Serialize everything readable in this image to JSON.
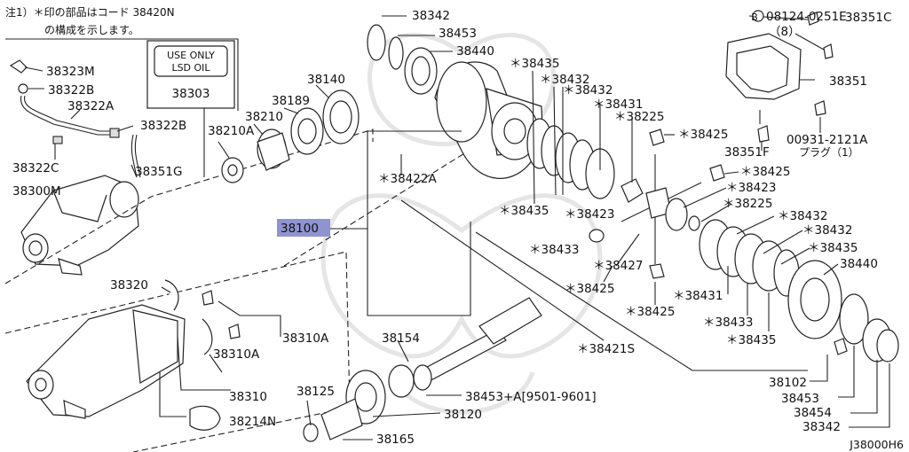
{
  "note": {
    "line1": "注1）＊印の部品はコード 38420N",
    "line2": "の構成を示します。"
  },
  "lsd_box": {
    "line1": "USE ONLY",
    "line2": "LSD OIL",
    "part": "38303"
  },
  "bolt_spec": {
    "circle": "B",
    "code": "08124-0251E",
    "qty": "（8）"
  },
  "plug": {
    "code": "00931-2121A",
    "name": "プラグ（1）"
  },
  "parts": {
    "p38342_top": "38342",
    "p38453_top": "38453",
    "p38440_top": "38440",
    "p38140": "38140",
    "p38189": "38189",
    "p38210": "38210",
    "p38210a": "38210A",
    "p38323m": "38323M",
    "p38322b_1": "38322B",
    "p38322a": "38322A",
    "p38322b_2": "38322B",
    "p38322c": "38322C",
    "p38351g": "38351G",
    "p38300m": "38300M",
    "p38100": "38100",
    "p38422a": "＊38422A",
    "p38435_1": "＊38435",
    "p38432_1": "＊38432",
    "p38432_2": "＊38432",
    "p38431_1": "＊38431",
    "p38225_1": "＊38225",
    "p38425_1": "＊38425",
    "p38425_2": "＊38425",
    "p38423_1": "＊38423",
    "p38435_2": "＊38435",
    "p38423_2": "＊38423",
    "p38225_2": "＊38225",
    "p38432_3": "＊38432",
    "p38432_4": "＊38432",
    "p38433_1": "＊38433",
    "p38427": "＊38427",
    "p38435_3": "＊38435",
    "p38425_3": "＊38425",
    "p38440_right": "38440",
    "p38431_2": "＊38431",
    "p38425_4": "＊38425",
    "p38433_2": "＊38433",
    "p38435_4": "＊38435",
    "p38421s": "＊38421S",
    "p38351c": "38351C",
    "p38351": "38351",
    "p38351f": "38351F",
    "p38320": "38320",
    "p38310a_1": "38310A",
    "p38310a_2": "38310A",
    "p38310": "38310",
    "p38214n": "38214N",
    "p38154": "38154",
    "p38125": "38125",
    "p38453a": "38453+A[9501-9601]",
    "p38120": "38120",
    "p38165": "38165",
    "p38102": "38102",
    "p38453_bot": "38453",
    "p38454": "38454",
    "p38342_bot": "38342"
  },
  "diagram_code": "J38000H6"
}
